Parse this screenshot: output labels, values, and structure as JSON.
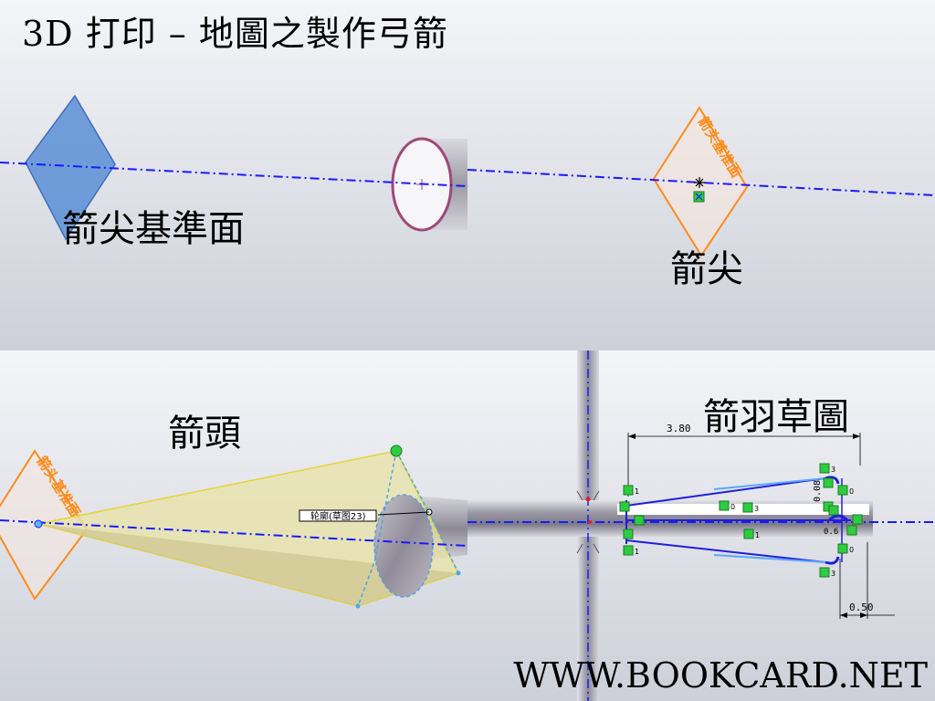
{
  "page_title": "3D 打印 – 地圖之製作弓箭",
  "panels": {
    "tip_plane": {
      "label": "箭尖基準面"
    },
    "tip": {
      "label": "箭尖",
      "plane_tag": "箭头基准面"
    },
    "head": {
      "label": "箭頭",
      "plane_tag": "箭头基准面",
      "tooltip": "轮廓(草图23)"
    },
    "feather_sketch": {
      "label": "箭羽草圖",
      "dim_length": "3.80",
      "dim_width": "0.50",
      "dim_side": "0.08",
      "dim_small": "0.6",
      "relation_tags": [
        "1",
        "0",
        "3",
        "0",
        "1",
        "3",
        "0",
        "1",
        "3"
      ]
    }
  },
  "footer": "WWW.BOOKCARD.NET",
  "colors": {
    "axis_line": "#1a1aff",
    "plane_blue": "#5b8fd6",
    "plane_orange": "#ff8c1a",
    "cone_fill": "#e8e3a8",
    "constraint_green": "#2ecc40",
    "sketch_blue": "#1f1fd9"
  }
}
